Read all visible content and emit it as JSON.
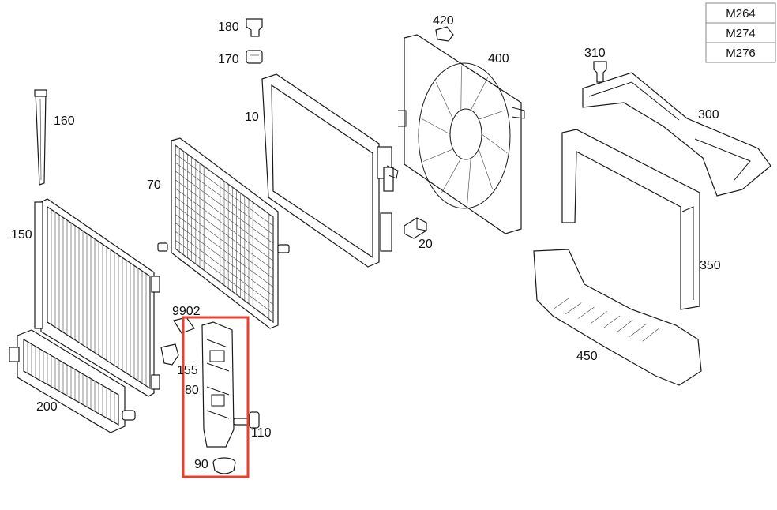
{
  "engine_table": {
    "rows": [
      "M264",
      "M274",
      "M276"
    ]
  },
  "labels": {
    "p10": "10",
    "p20": "20",
    "p70": "70",
    "p80": "80",
    "p90": "90",
    "p110": "110",
    "p150": "150",
    "p155": "155",
    "p160": "160",
    "p170": "170",
    "p180": "180",
    "p200": "200",
    "p300": "300",
    "p310": "310",
    "p350": "350",
    "p400": "400",
    "p420": "420",
    "p450": "450",
    "p9902": "9902"
  },
  "highlight": {
    "part": "80",
    "color": "#e8402f"
  },
  "colors": {
    "line": "#1a1a1a",
    "background": "#ffffff"
  }
}
